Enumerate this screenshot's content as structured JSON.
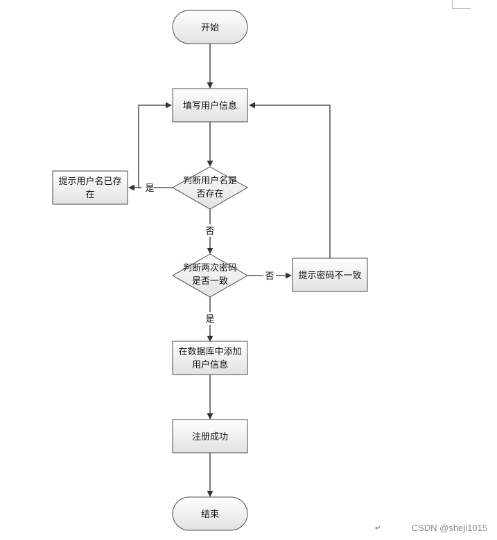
{
  "nodes": {
    "start": "开始",
    "fill_info": "填写用户信息",
    "check_username_line1": "判断用户名是",
    "check_username_line2": "否存在",
    "username_exists_line1": "提示用户名已存",
    "username_exists_line2": "在",
    "check_password_line1": "判断两次密码",
    "check_password_line2": "是否一致",
    "password_mismatch": "提示密码不一致",
    "add_db_line1": "在数据库中添加",
    "add_db_line2": "用户信息",
    "register_success": "注册成功",
    "end": "结束"
  },
  "edge_labels": {
    "username_yes": "是",
    "username_no": "否",
    "password_no": "否",
    "password_yes": "是"
  },
  "watermark": "CSDN @sheji1015",
  "colors": {
    "line": "#333333",
    "node_border": "#4a4a4a",
    "node_fill_top": "#ffffff",
    "node_fill_bottom": "#e4e4e4"
  }
}
